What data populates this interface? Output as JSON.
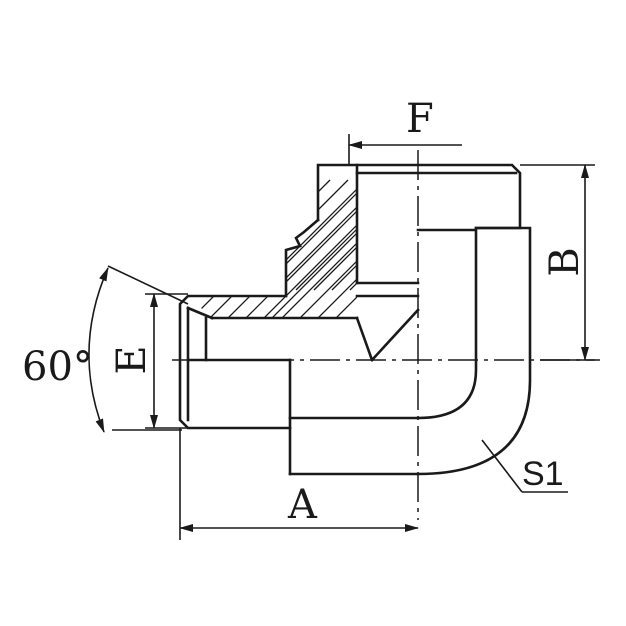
{
  "diagram": {
    "labels": {
      "f": "F",
      "b": "B",
      "e": "E",
      "a": "A",
      "s1": "S1",
      "angle": "60°"
    },
    "colors": {
      "line": "#1a1a1a",
      "background": "#ffffff"
    }
  }
}
